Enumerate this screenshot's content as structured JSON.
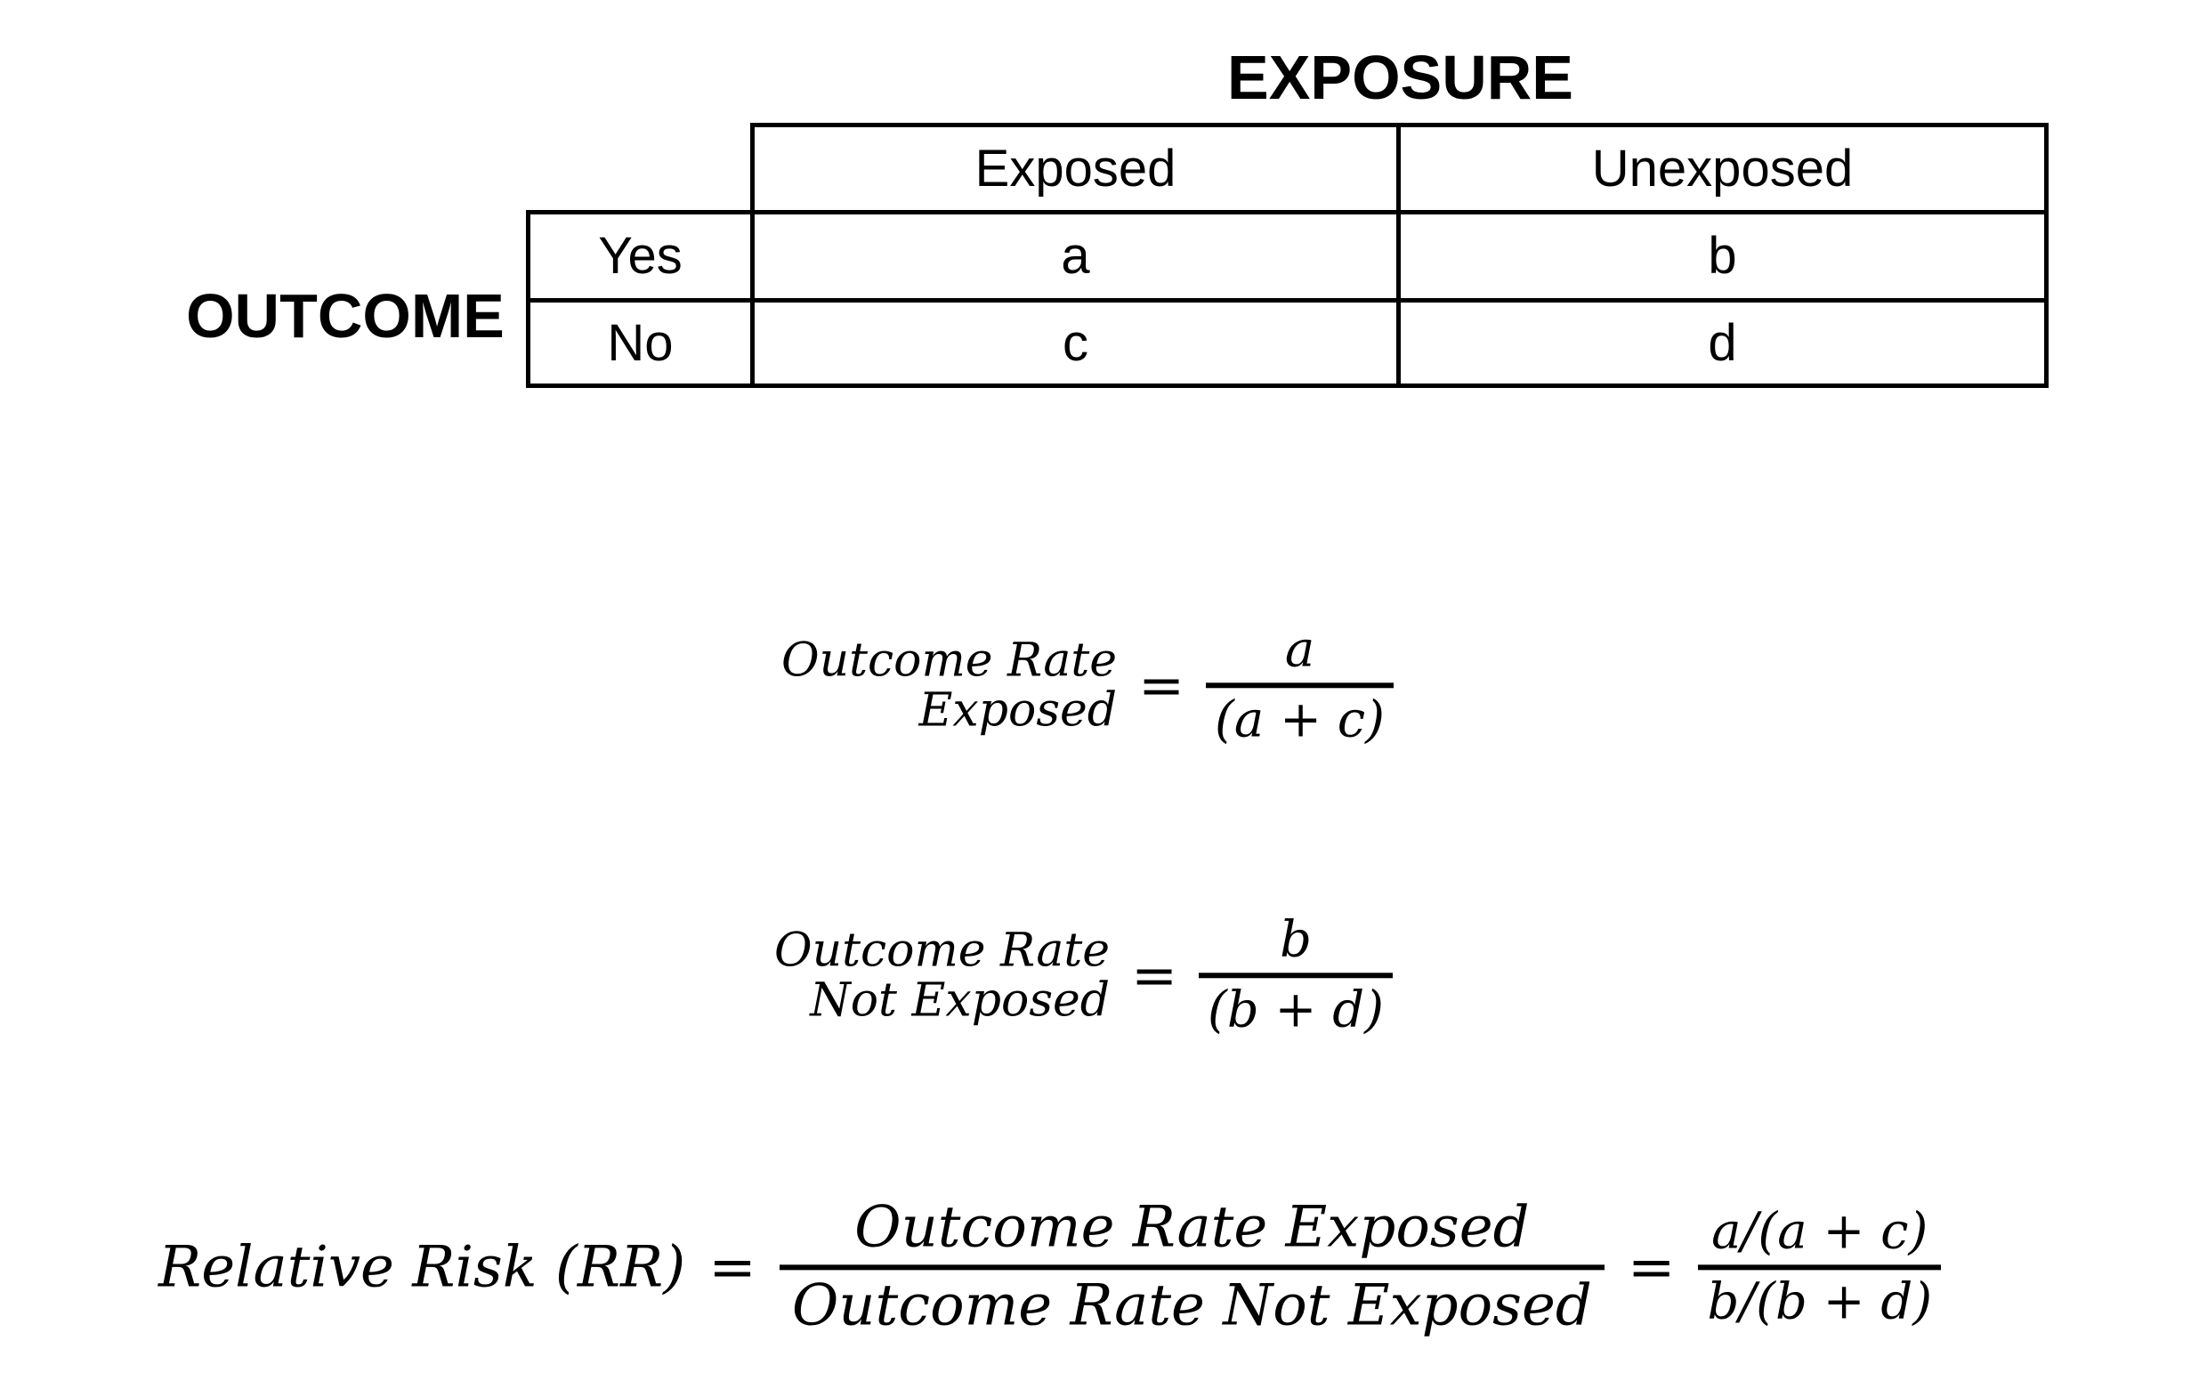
{
  "colors": {
    "background": "#ffffff",
    "ink": "#000000"
  },
  "table": {
    "column_group_title": "EXPOSURE",
    "row_group_title": "OUTCOME",
    "column_headers": [
      "Exposed",
      "Unexposed"
    ],
    "rows": [
      {
        "label": "Yes",
        "cells": [
          "a",
          "b"
        ]
      },
      {
        "label": "No",
        "cells": [
          "c",
          "d"
        ]
      }
    ]
  },
  "formulas": {
    "rate_exposed": {
      "label_line1": "Outcome Rate",
      "label_line2": "Exposed",
      "equals": "=",
      "numerator": "a",
      "denominator": "(a + c)"
    },
    "rate_not_exposed": {
      "label_line1": "Outcome Rate",
      "label_line2": "Not Exposed",
      "equals": "=",
      "numerator": "b",
      "denominator": "(b + d)"
    },
    "relative_risk": {
      "label": "Relative Risk (RR)",
      "equals_first": "=",
      "ratio_numerator": "Outcome Rate Exposed",
      "ratio_denominator": "Outcome Rate Not Exposed",
      "equals_second": "=",
      "result_numerator": "a/(a + c)",
      "result_denominator": "b/(b + d)"
    }
  }
}
